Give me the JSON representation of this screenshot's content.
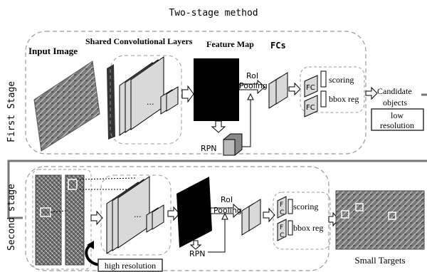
{
  "title": "Two-stage method",
  "stage1": {
    "label": "First Stage",
    "input_image": "Input Image",
    "shared_conv": "Shared Convolutional Layers",
    "feature_map": "Feature Map",
    "fcs": "FCs",
    "roi_pooling_line1": "RoI",
    "roi_pooling_line2": "Pooling",
    "rpn": "RPN",
    "fc1": "FC",
    "fc2": "FC",
    "scoring": "scoring",
    "bbox_reg": "bbox reg",
    "candidate_line1": "Candidate",
    "candidate_line2": "objects",
    "low_res_line1": "low",
    "low_res_line2": "resolution",
    "dots": "···"
  },
  "stage2": {
    "label": "Second stage",
    "roi_pooling_line1": "RoI",
    "roi_pooling_line2": "Pooling",
    "rpn": "RPN",
    "fc_a_line1": "F",
    "fc_a_line2": "C",
    "fc_b_line1": "F",
    "fc_b_line2": "C",
    "scoring": "scoring",
    "bbox_reg": "bbox reg",
    "high_res": "high resolution",
    "small_targets": "Small Targets",
    "dots": "···"
  },
  "colors": {
    "dashed_border": "#999999",
    "layer_fill": "#d9d9d9",
    "feature_map": "#000000",
    "rpn_box": "#888888"
  }
}
